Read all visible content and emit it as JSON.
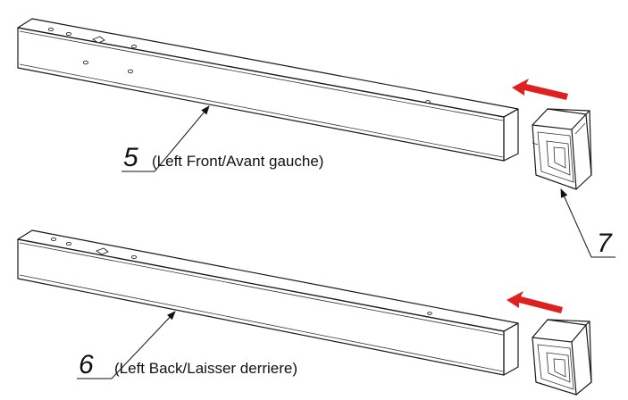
{
  "parts": {
    "front_rail": {
      "number": "5",
      "label": "(Left Front/Avant gauche)"
    },
    "back_rail": {
      "number": "6",
      "label": "(Left Back/Laisser derriere)"
    },
    "end_cap": {
      "number": "7"
    }
  },
  "colors": {
    "line": "#1a1a1a",
    "arrow": "#e02020",
    "background": "#ffffff"
  },
  "icons": {
    "insert_direction": "red-arrow-left"
  }
}
